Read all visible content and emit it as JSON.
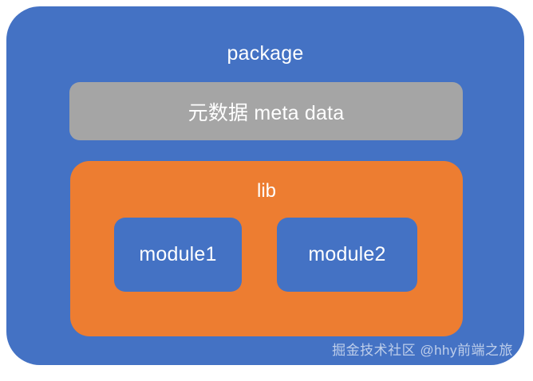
{
  "diagram": {
    "title": "package",
    "package": {
      "label": "package",
      "color": "#4472C4",
      "metadata": {
        "label": "元数据 meta data",
        "color": "#A5A5A5"
      },
      "lib": {
        "label": "lib",
        "color": "#ED7D31",
        "modules": [
          {
            "label": "module1",
            "color": "#4472C4"
          },
          {
            "label": "module2",
            "color": "#4472C4"
          }
        ]
      }
    },
    "watermark": "掘金技术社区 @hhy前端之旅"
  }
}
